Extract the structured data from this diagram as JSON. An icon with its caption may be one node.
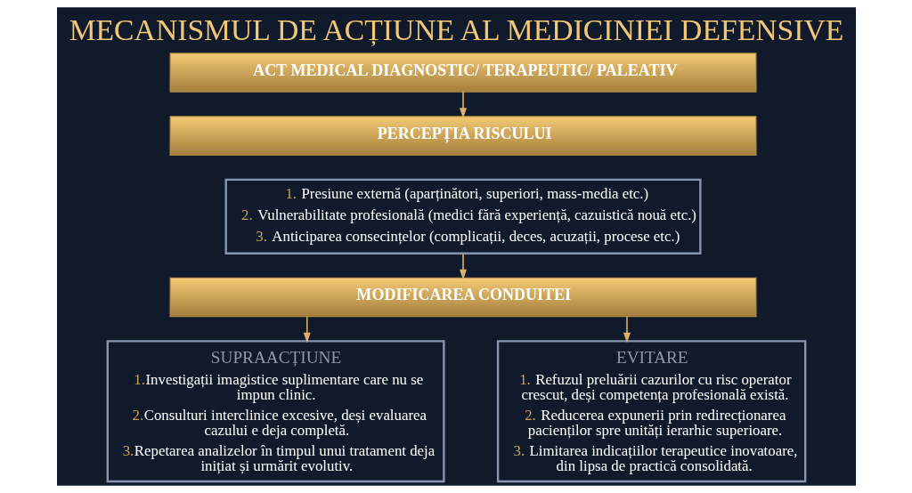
{
  "diagram": {
    "title": "MECANISMUL DE ACȚIUNE AL MEDICINIEI DEFENSIVE",
    "nodes": [
      {
        "text": [
          "ACT MEDICAL DIAGNOSTIC/ TERAPEUTIC/ PALEATIV"
        ]
      },
      {
        "text": [
          "PERCEPȚIA RISCULUI"
        ]
      },
      {
        "text": [
          "1. Presiune externă (aparținători, superiori, mass-media etc.)",
          "2. Vulnerabilitate profesională (medici fără experiență, cazuistică nouă etc.)",
          "3. Anticiparea consecințelor (complicații, deces, acuzații, procese etc.)"
        ]
      },
      {
        "text": [
          "MODIFICAREA CONDUITEI"
        ]
      },
      {
        "text": [
          "SUPRAACȚIUNE",
          "1.Investigații imagistice suplimentare care nu se impun clinic.",
          "2.Consulturi interclinice excesive, deși evaluarea cazului e deja completă.",
          "3.Repetarea analizelor în timpul unui tratament deja inițiat și urmărit evolutiv."
        ]
      },
      {
        "text": [
          "EVITARE",
          "1. Refuzul preluării cazurilor cu risc operator crescut, deși competența profesională există.",
          "2. Reducerea expunerii prin redirecționarea pacienților spre unități ierarhic superioare.",
          "3. Limitarea indicațiilor terapeutice inovatoare, din lipsa de practică consolidată."
        ]
      }
    ],
    "edges": [
      {
        "from": 0,
        "to": 1,
        "arrow": "to"
      },
      {
        "from": 2,
        "to": 3,
        "arrow": "to"
      },
      {
        "from": 3,
        "to": 4,
        "arrow": "to"
      },
      {
        "from": 3,
        "to": 5,
        "arrow": "to"
      }
    ]
  }
}
